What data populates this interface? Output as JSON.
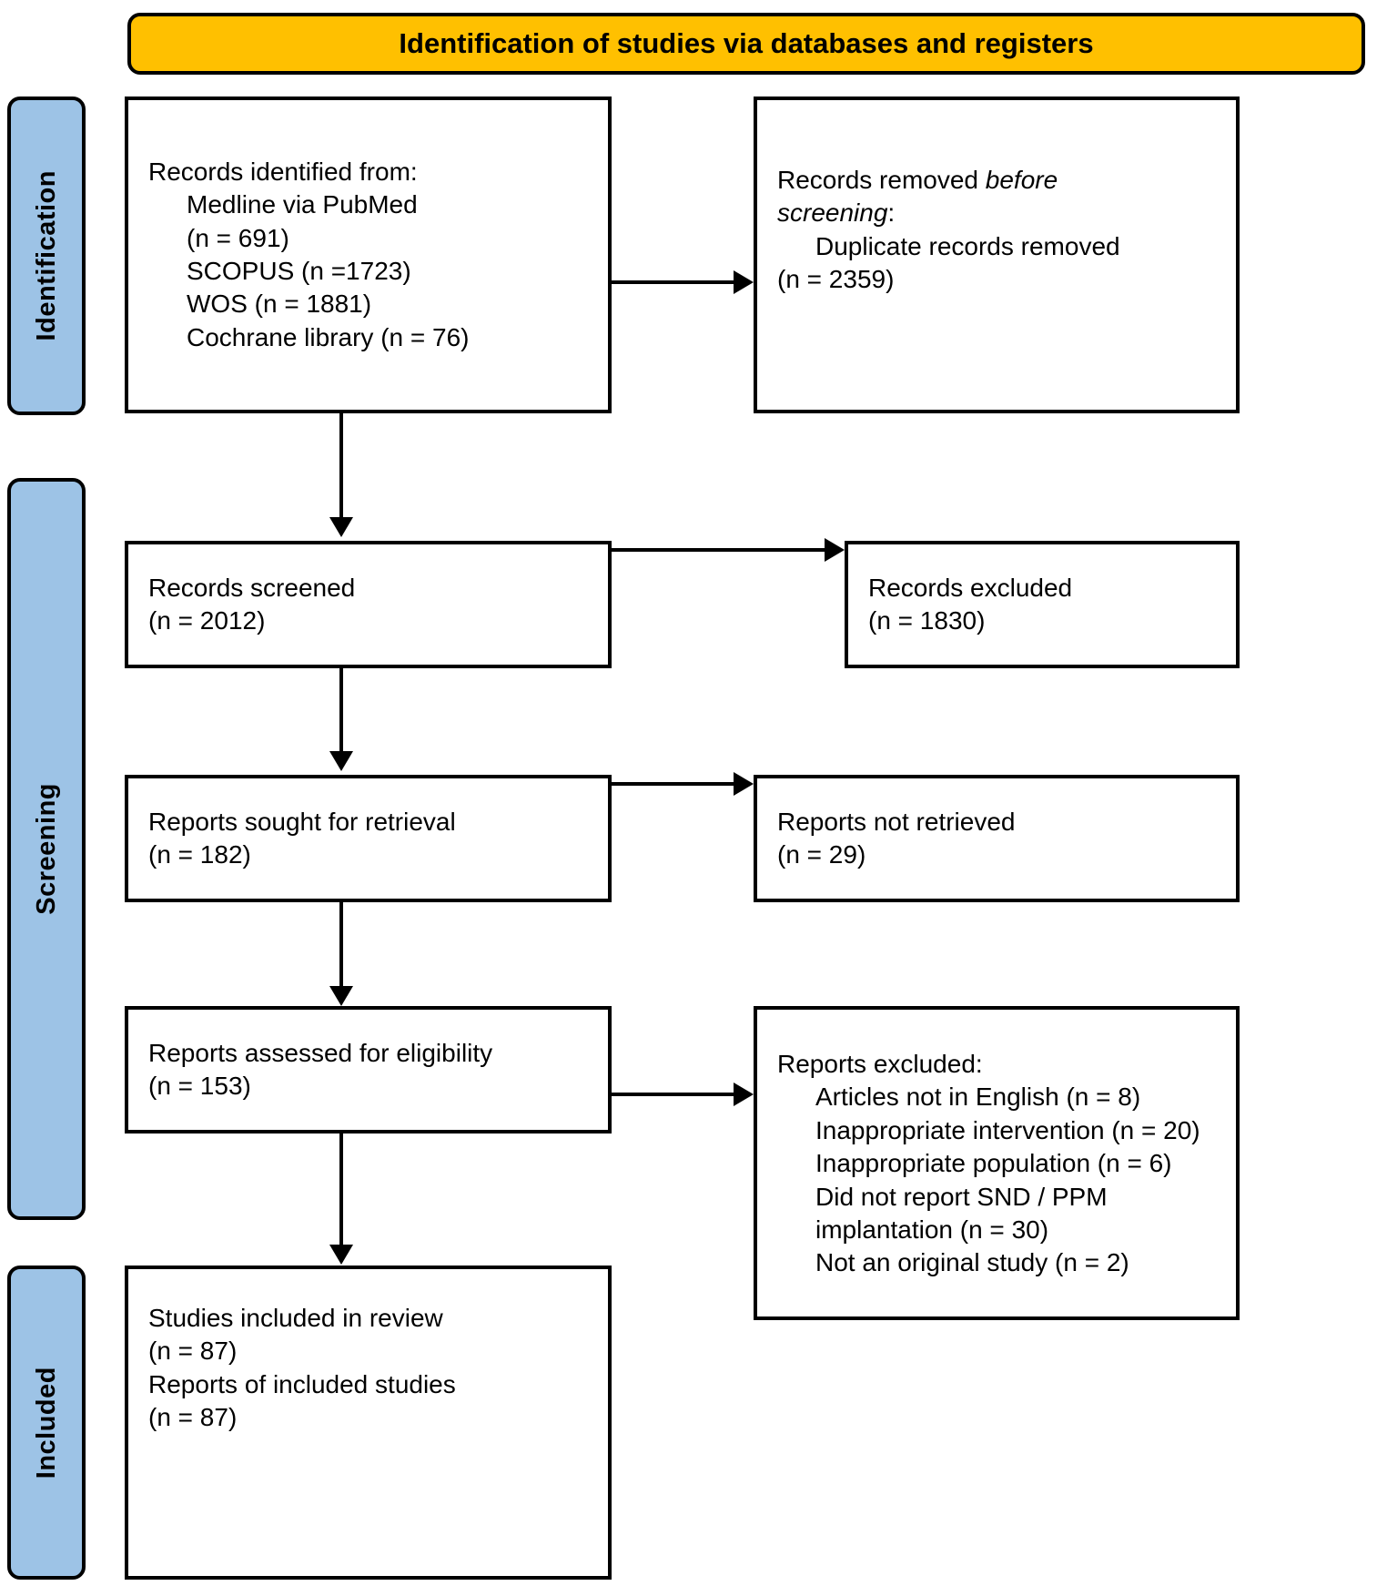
{
  "banner": {
    "title": "Identification of studies via databases and registers",
    "fill_color": "#FFC000",
    "border_color": "#000000"
  },
  "stages": {
    "fill_color": "#9DC3E6",
    "identification": "Identification",
    "screening": "Screening",
    "included": "Included"
  },
  "chart_data": {
    "type": "diagram",
    "title": "Identification of studies via databases and registers",
    "diagram_kind": "PRISMA 2020 flow diagram",
    "stages": [
      "Identification",
      "Screening",
      "Included"
    ],
    "nodes": [
      {
        "id": "records_identified",
        "stage": "Identification",
        "column": "left",
        "heading": "Records identified from:",
        "items": [
          {
            "label": "Medline via PubMed",
            "n": 691
          },
          {
            "label": "SCOPUS",
            "n": 1723
          },
          {
            "label": "WOS",
            "n": 1881
          },
          {
            "label": "Cochrane library",
            "n": 76
          }
        ]
      },
      {
        "id": "records_removed",
        "stage": "Identification",
        "column": "right",
        "heading": "Records removed before screening:",
        "items": [
          {
            "label": "Duplicate records removed",
            "n": 2359
          }
        ]
      },
      {
        "id": "records_screened",
        "stage": "Screening",
        "column": "left",
        "heading": "Records screened",
        "n": 2012
      },
      {
        "id": "records_excluded",
        "stage": "Screening",
        "column": "right",
        "heading": "Records excluded",
        "n": 1830
      },
      {
        "id": "reports_sought",
        "stage": "Screening",
        "column": "left",
        "heading": "Reports sought for retrieval",
        "n": 182
      },
      {
        "id": "reports_not_retrieved",
        "stage": "Screening",
        "column": "right",
        "heading": "Reports not retrieved",
        "n": 29
      },
      {
        "id": "reports_assessed",
        "stage": "Screening",
        "column": "left",
        "heading": "Reports assessed for eligibility",
        "n": 153
      },
      {
        "id": "reports_excluded",
        "stage": "Screening",
        "column": "right",
        "heading": "Reports excluded:",
        "items": [
          {
            "label": "Articles not in English",
            "n": 8
          },
          {
            "label": "Inappropriate intervention",
            "n": 20
          },
          {
            "label": "Inappropriate population",
            "n": 6
          },
          {
            "label": "Did not report SND / PPM implantation",
            "n": 30
          },
          {
            "label": "Not an original study",
            "n": 2
          }
        ]
      },
      {
        "id": "studies_included",
        "stage": "Included",
        "column": "left",
        "items": [
          {
            "label": "Studies included in review",
            "n": 87
          },
          {
            "label": "Reports of included studies",
            "n": 87
          }
        ]
      }
    ],
    "edges": [
      {
        "from": "records_identified",
        "to": "records_removed",
        "direction": "right"
      },
      {
        "from": "records_identified",
        "to": "records_screened",
        "direction": "down"
      },
      {
        "from": "records_screened",
        "to": "records_excluded",
        "direction": "right"
      },
      {
        "from": "records_screened",
        "to": "reports_sought",
        "direction": "down"
      },
      {
        "from": "reports_sought",
        "to": "reports_not_retrieved",
        "direction": "right"
      },
      {
        "from": "reports_sought",
        "to": "reports_assessed",
        "direction": "down"
      },
      {
        "from": "reports_assessed",
        "to": "reports_excluded",
        "direction": "right"
      },
      {
        "from": "reports_assessed",
        "to": "studies_included",
        "direction": "down"
      }
    ]
  },
  "boxes": {
    "identified": {
      "l1": "Records identified from:",
      "l2": "Medline via PubMed",
      "l3": "(n = 691)",
      "l4": "SCOPUS (n =1723)",
      "l5": "WOS (n = 1881)",
      "l6": "Cochrane library (n = 76)"
    },
    "removed": {
      "l1a": "Records removed ",
      "l1b": "before",
      "l2a": "screening",
      "l2b": ":",
      "l3": "Duplicate records removed",
      "l4": "(n = 2359)"
    },
    "screened": {
      "l1": "Records screened",
      "l2": "(n = 2012)"
    },
    "excluded1": {
      "l1": "Records excluded",
      "l2": "(n = 1830)"
    },
    "sought": {
      "l1": "Reports sought for retrieval",
      "l2": "(n = 182)"
    },
    "notretrieved": {
      "l1": "Reports not retrieved",
      "l2": "(n = 29)"
    },
    "assessed": {
      "l1": "Reports assessed for eligibility",
      "l2": "(n = 153)"
    },
    "excluded2": {
      "l1": "Reports excluded:",
      "l2": "Articles not in English (n = 8)",
      "l3": "Inappropriate intervention (n = 20)",
      "l4": "Inappropriate population (n = 6)",
      "l5": "Did not report SND / PPM implantation (n = 30)",
      "l6": "Not an original study (n = 2)"
    },
    "included": {
      "l1": "Studies included in review",
      "l2": "(n = 87)",
      "l3": "Reports of included studies",
      "l4": "(n = 87)"
    }
  }
}
